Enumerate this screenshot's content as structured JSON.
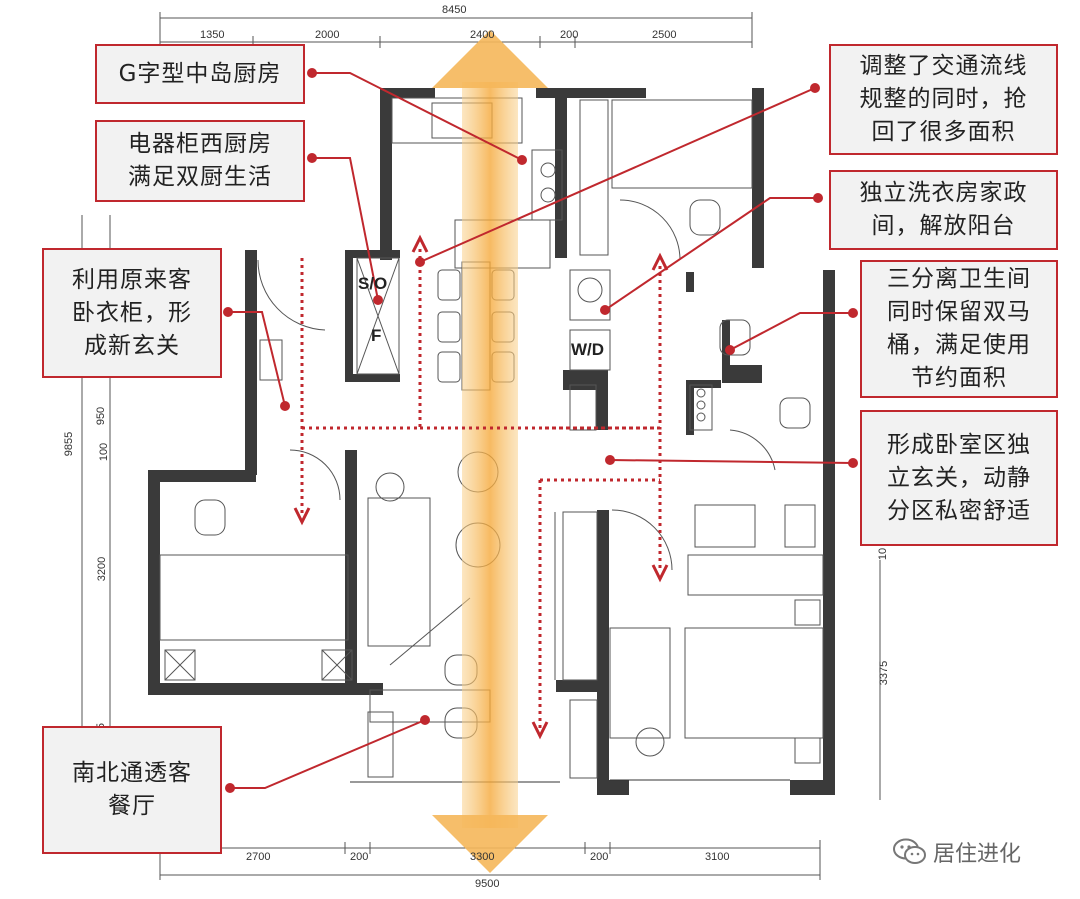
{
  "dimensions": {
    "top_total": "8450",
    "top": [
      "1350",
      "2000",
      "2400",
      "200",
      "2500"
    ],
    "bottom_total": "9500",
    "bottom": [
      "2700",
      "200",
      "3300",
      "200",
      "3100"
    ],
    "left_total": "9855",
    "left": [
      "950",
      "100",
      "3200",
      "5"
    ],
    "right": [
      "3375",
      "10"
    ]
  },
  "fixtures": {
    "so": "S/O",
    "f": "F",
    "wd": "W/D"
  },
  "callouts": {
    "g_kitchen": "G字型中岛厨房",
    "western_kitchen": "电器柜西厨房\n满足双厨生活",
    "traffic": "调整了交通流线\n规整的同时，抢\n回了很多面积",
    "laundry": "独立洗衣房家政\n间，解放阳台",
    "entrance": "利用原来客\n卧衣柜，形\n成新玄关",
    "bathroom": "三分离卫生间\n同时保留双马\n桶，满足使用\n节约面积",
    "bedroom_entry": "形成卧室区独\n立玄关，动静\n分区私密舒适",
    "living": "南北通透客\n餐厅"
  },
  "watermark": {
    "text": "居住进化",
    "icon": "wechat-icon"
  },
  "colors": {
    "accent": "#c0282e",
    "arrow": "#f5b75a",
    "wall": "#3a3a3a"
  }
}
